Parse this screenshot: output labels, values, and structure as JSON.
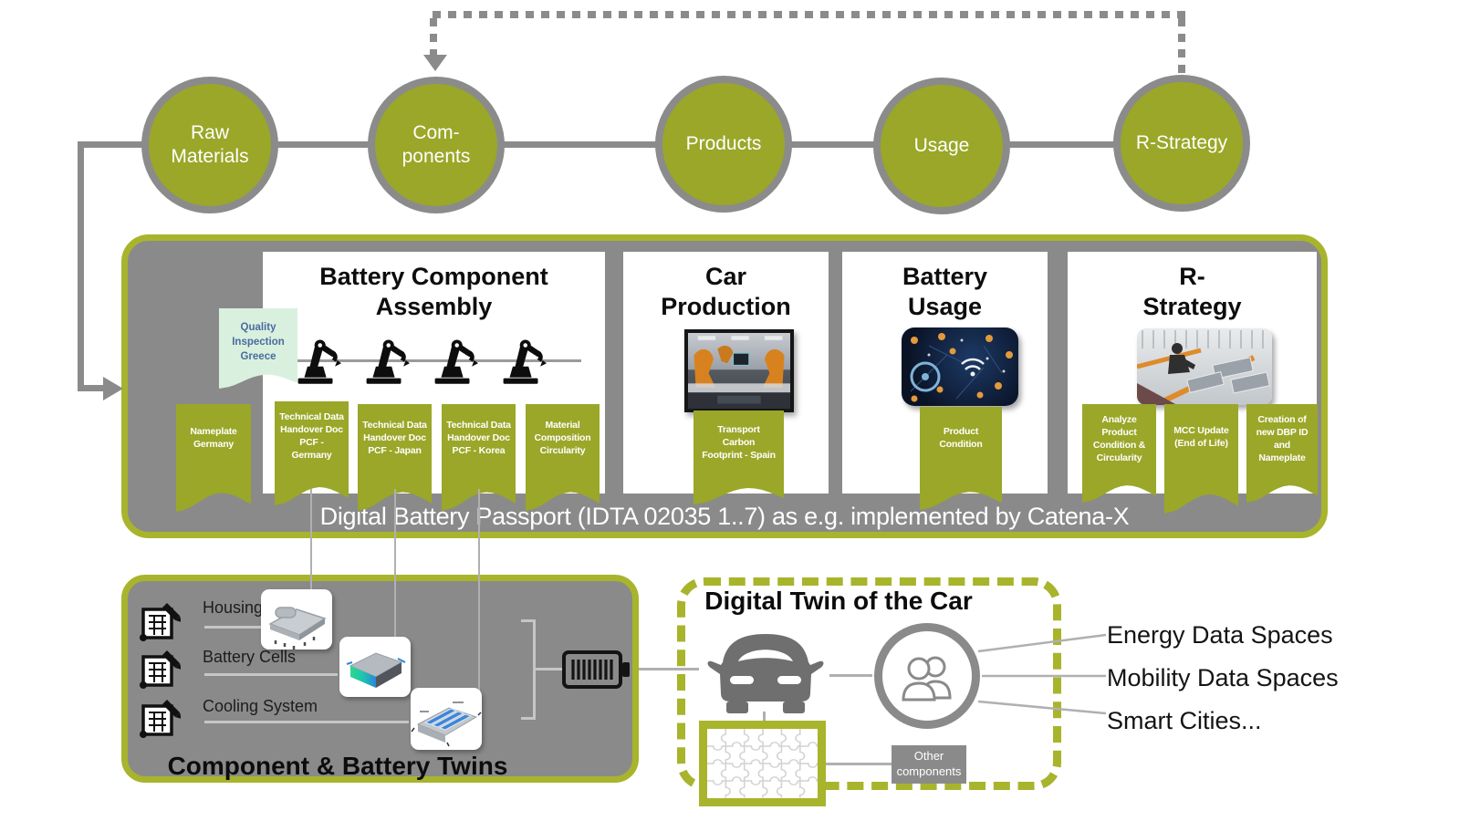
{
  "colors": {
    "accent_green": "#9aa728",
    "green_border": "#a8b42c",
    "panel_gray": "#8a8a8a",
    "line_gray": "#8b8b8b",
    "note_mint": "#d9f0df",
    "note_text_blue": "#4a6b9d"
  },
  "stages": [
    {
      "label": "Raw\nMaterials"
    },
    {
      "label": "Com-\nponents"
    },
    {
      "label": "Products"
    },
    {
      "label": "Usage"
    },
    {
      "label": "R-Strategy"
    }
  ],
  "passport": {
    "caption": "Digital Battery Passport (IDTA 02035 1..7) as e.g. implemented by Catena-X",
    "assembly": {
      "title": "Battery Component\nAssembly",
      "note": "Quality\nInspection\nGreece",
      "tags": {
        "nameplate": "Nameplate\nGermany",
        "pcf_germany": "Technical Data\nHandover Doc\nPCF -\nGermany",
        "pcf_japan": "Technical Data\nHandover Doc\nPCF - Japan",
        "pcf_korea": "Technical Data\nHandover Doc\nPCF - Korea",
        "material": "Material\nComposition\nCircularity"
      }
    },
    "car_production": {
      "title": "Car\nProduction",
      "tag": "Transport\nCarbon\nFootprint - Spain"
    },
    "battery_usage": {
      "title": "Battery\nUsage",
      "tag": "Product\nCondition"
    },
    "r_strategy": {
      "title": "R-\nStrategy",
      "tags": {
        "analyze": "Analyze\nProduct\nCondition &\nCircularity",
        "mcc": "MCC Update\n(End of Life)",
        "creation": "Creation of\nnew DBP ID\nand\nNameplate"
      }
    }
  },
  "twins": {
    "title": "Component & Battery Twins",
    "items": [
      {
        "label": "Housing"
      },
      {
        "label": "Battery Cells"
      },
      {
        "label": "Cooling System"
      }
    ]
  },
  "digital_twin": {
    "title": "Digital Twin of the Car",
    "other_components": "Other\ncomponents"
  },
  "data_spaces": [
    {
      "label": "Energy Data Spaces"
    },
    {
      "label": "Mobility Data Spaces"
    },
    {
      "label": "Smart Cities..."
    }
  ]
}
